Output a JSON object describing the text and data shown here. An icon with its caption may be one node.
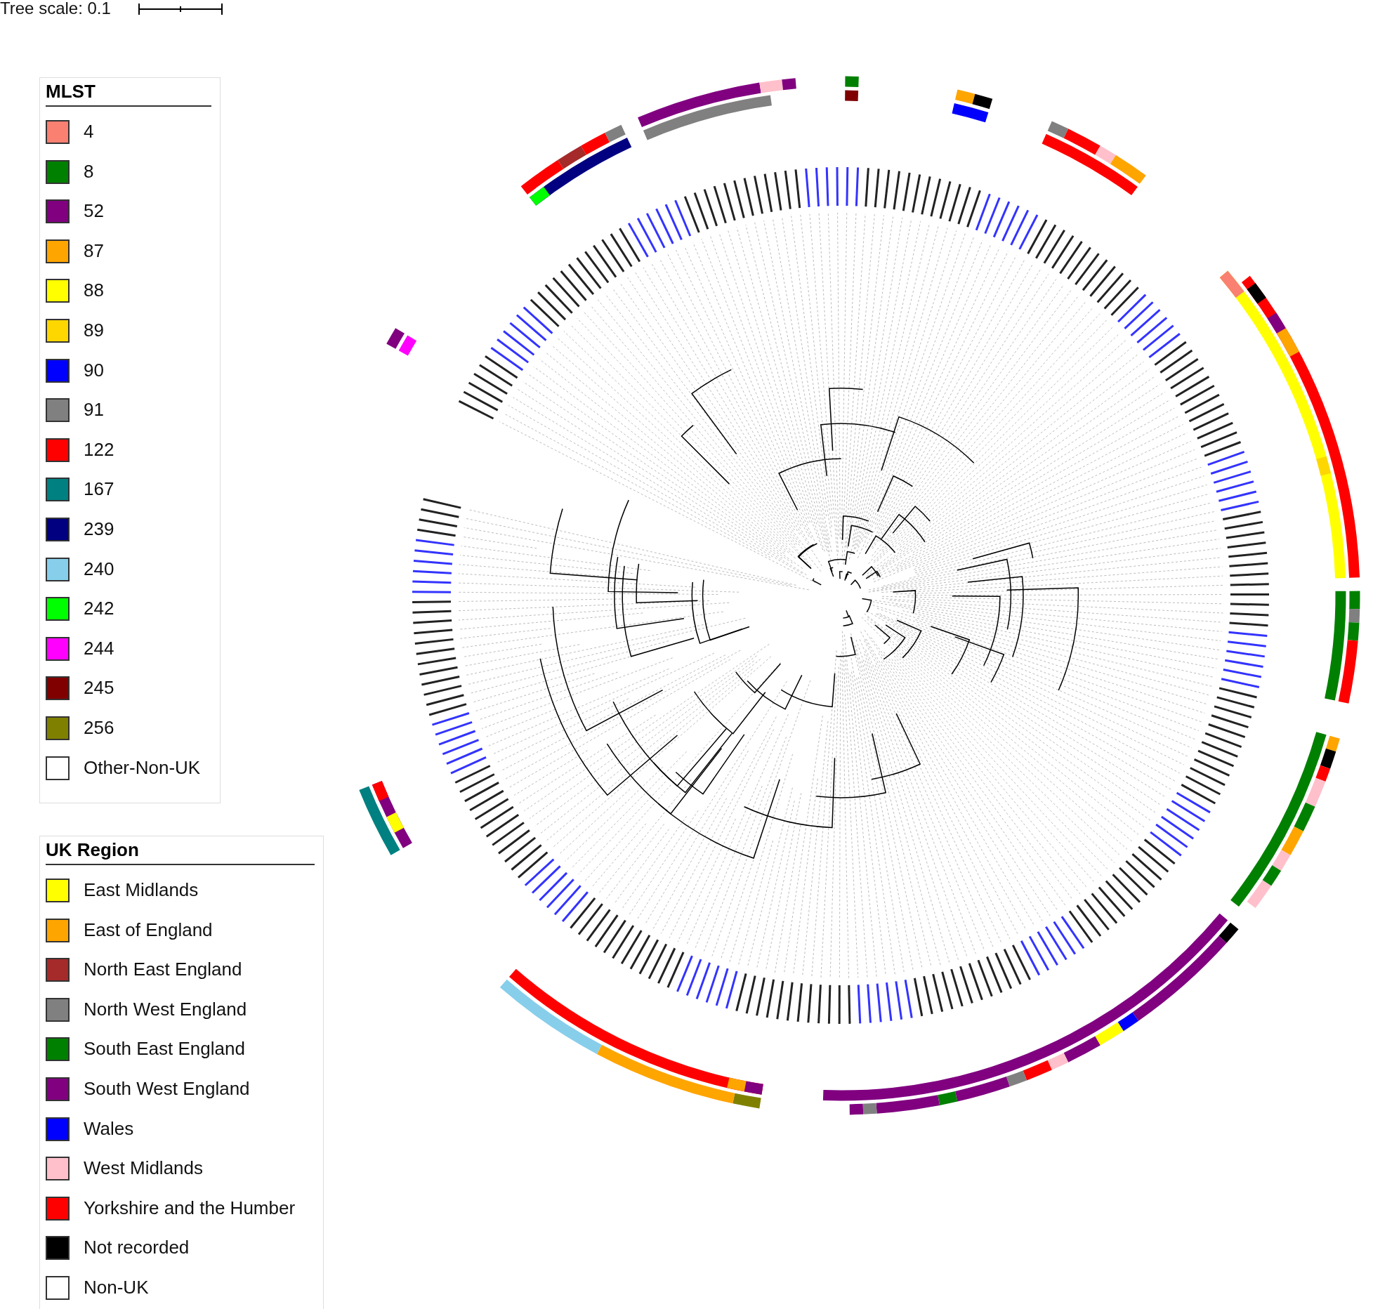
{
  "diagram": {
    "labels": [
      "Tree scale: 0.1",
      "MLST",
      "UK Region"
    ],
    "legend": [
      {
        "text": "4",
        "color": "#fa8072"
      },
      {
        "text": "8",
        "color": "#008000"
      },
      {
        "text": "52",
        "color": "#800080"
      },
      {
        "text": "87",
        "color": "#ffa500"
      },
      {
        "text": "88",
        "color": "#ffff00"
      },
      {
        "text": "89",
        "color": "#ffd700"
      },
      {
        "text": "90",
        "color": "#0000ff"
      },
      {
        "text": "91",
        "color": "#808080"
      },
      {
        "text": "122",
        "color": "#ff0000"
      },
      {
        "text": "167",
        "color": "#008080"
      },
      {
        "text": "239",
        "color": "#000080"
      },
      {
        "text": "240",
        "color": "#87ceeb"
      },
      {
        "text": "242",
        "color": "#00ff00"
      },
      {
        "text": "244",
        "color": "#ff00ff"
      },
      {
        "text": "245",
        "color": "#800000"
      },
      {
        "text": "256",
        "color": "#808000"
      },
      {
        "text": "Other-Non-UK",
        "color": "#ffffff"
      },
      {
        "text": "East Midlands",
        "color": "#ffff00"
      },
      {
        "text": "East of England",
        "color": "#ffa500"
      },
      {
        "text": "North East England",
        "color": "#a52a2a"
      },
      {
        "text": "North West England",
        "color": "#808080"
      },
      {
        "text": "South East England",
        "color": "#008000"
      },
      {
        "text": "South West England",
        "color": "#800080"
      },
      {
        "text": "Wales",
        "color": "#0000ff"
      },
      {
        "text": "West Midlands",
        "color": "#ffc0cb"
      },
      {
        "text": "Yorkshire and the Humber",
        "color": "#ff0000"
      },
      {
        "text": "Not recorded",
        "color": "#000000"
      },
      {
        "text": "Non-UK",
        "color": "#ffffff"
      }
    ]
  }
}
